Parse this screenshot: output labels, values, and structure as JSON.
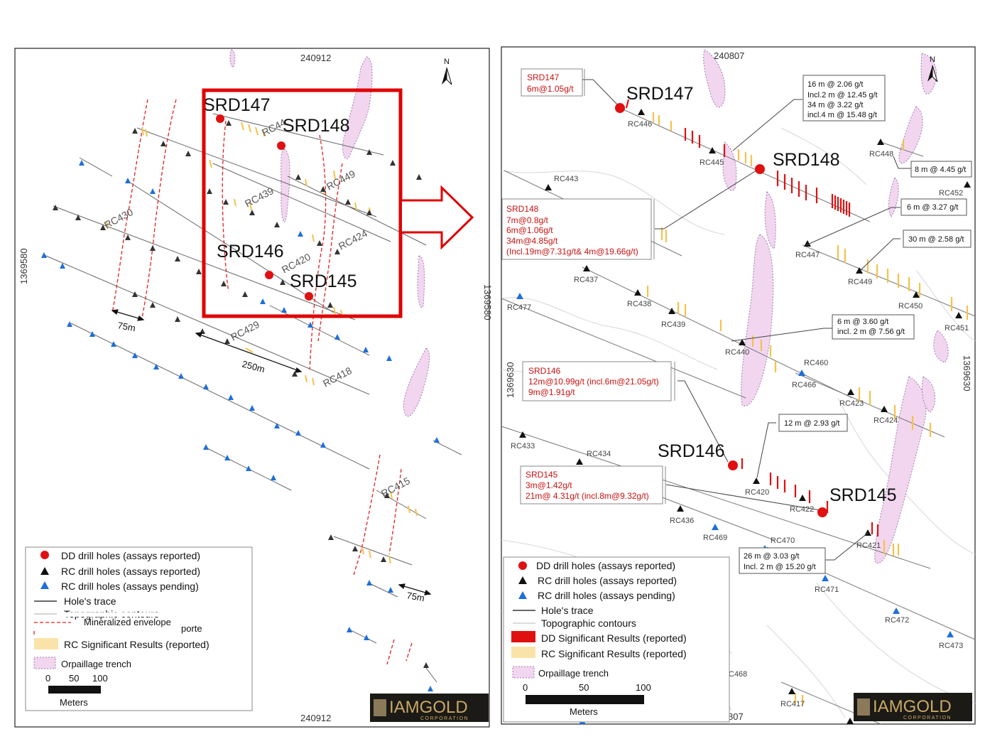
{
  "left_map": {
    "coord_top": "240912",
    "coord_bottom": "240912",
    "coord_left": "1369580",
    "coord_right": "1369580",
    "north_label": "N",
    "hole_labels": [
      "RC430",
      "RC439",
      "RC44",
      "RC449",
      "RC424",
      "RC420",
      "RC429",
      "RC418",
      "RC415"
    ],
    "dd_labels": [
      "SRD147",
      "SRD148",
      "SRD146",
      "SRD145"
    ],
    "dims": [
      "75m",
      "250m",
      "75m"
    ],
    "legend": {
      "items": [
        "DD drill holes (assays reported)",
        "RC drill holes (assays reported)",
        "RC drill holes (assays pending)",
        "Hole's trace",
        "Topographic contours",
        "Mineralized envelope",
        "porte",
        "RC Significant Results (reported)",
        "Orpaillage trench"
      ],
      "scale_ticks": [
        "0",
        "50",
        "100"
      ],
      "scale_unit": "Meters"
    },
    "logo": {
      "main": "IAMGOLD",
      "sub": "CORPORATION"
    }
  },
  "right_map": {
    "coord_top": "240807",
    "coord_bottom": "807",
    "coord_left": "1369630",
    "coord_right": "1369630",
    "north_label": "N",
    "hole_labels": [
      "RC446",
      "RC445",
      "RC443",
      "RC448",
      "RC452",
      "RC447",
      "RC449",
      "RC450",
      "RC451",
      "RC437",
      "RC438",
      "RC439",
      "RC477",
      "RC440",
      "RC460",
      "RC466",
      "RC423",
      "RC424",
      "RC433",
      "RC434",
      "RC420",
      "RC422",
      "RC421",
      "RC436",
      "RC469",
      "RC470",
      "RC471",
      "RC472",
      "RC473",
      "C468",
      "RC417"
    ],
    "dd_labels": [
      "SRD147",
      "SRD148",
      "SRD146",
      "SRD145"
    ],
    "dd_boxes": [
      [
        "SRD147",
        "6m@1.05g/t"
      ],
      [
        "SRD148",
        "7m@0.8g/t",
        "6m@1.06g/t",
        "34m@4.85g/t",
        "(Incl.19m@7.31g/t& 4m@19.66g/t)"
      ],
      [
        "SRD146",
        "12m@10.99g/t (incl.6m@21.05g/t)",
        "9m@1.91g/t"
      ],
      [
        "SRD145",
        "3m@1.42g/t",
        "21m@ 4.31g/t  (incl.8m@9.32g/t)"
      ]
    ],
    "rc_boxes": [
      [
        "16 m @ 2.06 g/t",
        "Incl.2 m @ 12.45 g/t",
        "34 m @ 3.22 g/t",
        "incl.4 m @ 15.48 g/t"
      ],
      [
        "8 m @ 4.45 g/t"
      ],
      [
        "6 m @ 3.27 g/t"
      ],
      [
        "30 m @ 2.58 g/t"
      ],
      [
        "6 m @ 3.60 g/t",
        "incl. 2 m @ 7.56 g/t"
      ],
      [
        "12 m @ 2.93 g/t"
      ],
      [
        "26 m @ 3.03 g/t",
        "Incl. 2 m @ 15.20 g/t"
      ]
    ],
    "legend": {
      "items": [
        "DD drill holes (assays reported)",
        "RC drill holes (assays reported)",
        "RC drill holes (assays pending)",
        "Hole's trace",
        "Topographic contours",
        "DD Significant Results (reported)",
        "RC Significant Results (reported)",
        "Orpaillage trench"
      ],
      "scale_ticks": [
        "0",
        "50",
        "100"
      ],
      "scale_unit": "Meters"
    },
    "logo": {
      "main": "IAMGOLD",
      "sub": "CORPORATION"
    }
  },
  "colors": {
    "dd_red": "#e01010",
    "rc_black": "#222222",
    "rc_pending_blue": "#1e6fd9",
    "rc_result_yellow": "#f5c24a",
    "trench_pink": "#f2d6f0",
    "highlight_red": "#e00000"
  }
}
